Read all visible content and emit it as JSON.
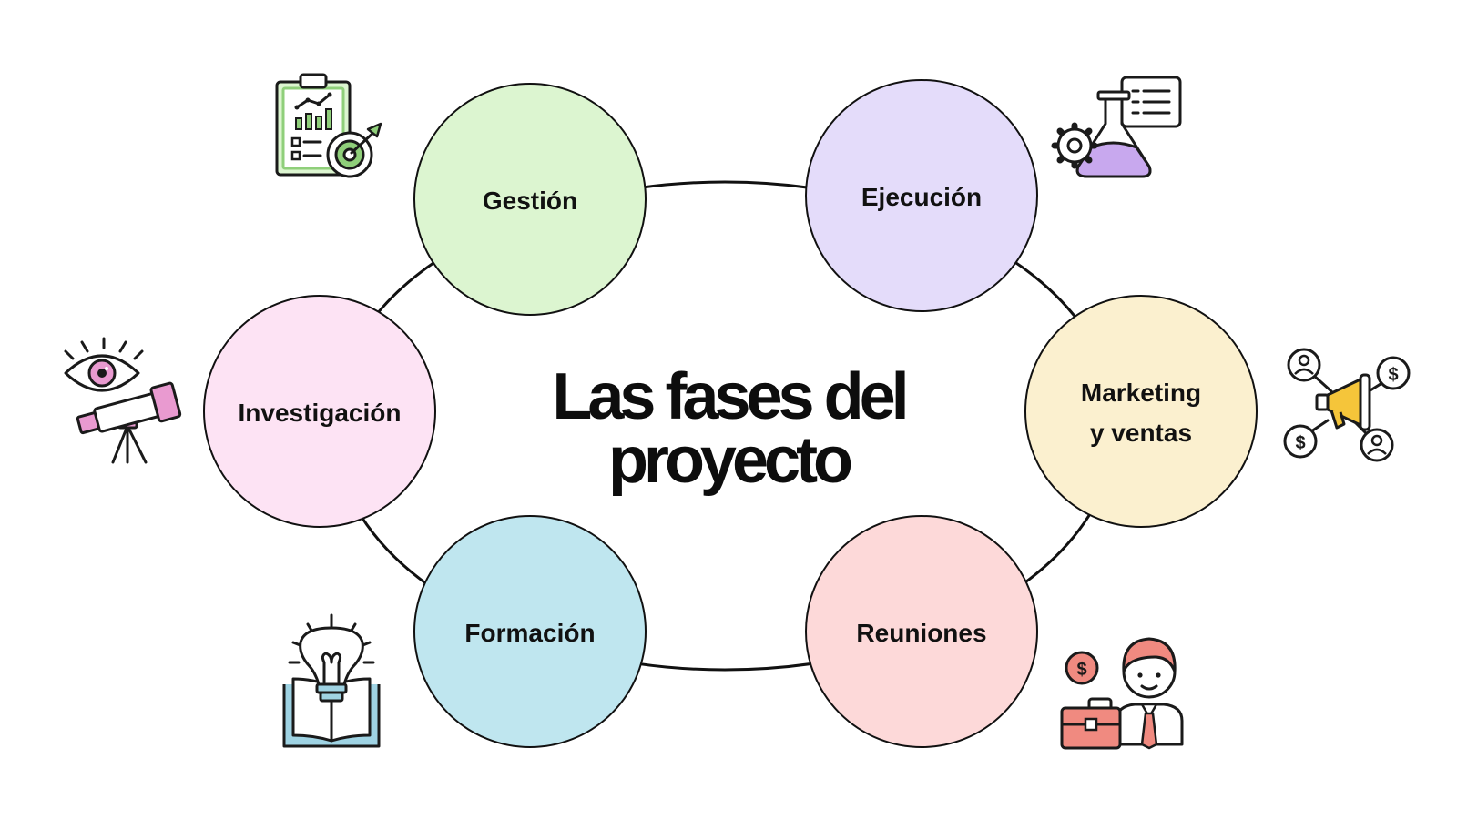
{
  "title": {
    "line1": "Las fases del",
    "line2": "proyecto"
  },
  "phases": [
    {
      "id": "gestion",
      "label": "Gestión",
      "color": "#dcf5d0",
      "icon": "clipboard-chart-target-icon"
    },
    {
      "id": "ejecucion",
      "label": "Ejecución",
      "color": "#e4dcfa",
      "icon": "flask-gear-icon"
    },
    {
      "id": "marketing",
      "label_line1": "Marketing",
      "label_line2": "y ventas",
      "color": "#fbf0cf",
      "icon": "megaphone-network-icon"
    },
    {
      "id": "reuniones",
      "label": "Reuniones",
      "color": "#fdd9d9",
      "icon": "businessman-briefcase-icon"
    },
    {
      "id": "formacion",
      "label": "Formación",
      "color": "#bfe6ef",
      "icon": "lightbulb-book-icon"
    },
    {
      "id": "investigacion",
      "label": "Investigación",
      "color": "#fde3f4",
      "icon": "eye-telescope-icon"
    }
  ],
  "icon_text": {
    "currency": "$"
  },
  "colors": {
    "ring": "#111111",
    "outline": "#1a1a1a",
    "green_accent": "#8fcf7a",
    "purple_accent": "#c8a8ee",
    "yellow_accent": "#f5c53a",
    "red_accent": "#f08a80",
    "pink_accent": "#e99ad0",
    "blue_accent": "#9fd3e3"
  }
}
